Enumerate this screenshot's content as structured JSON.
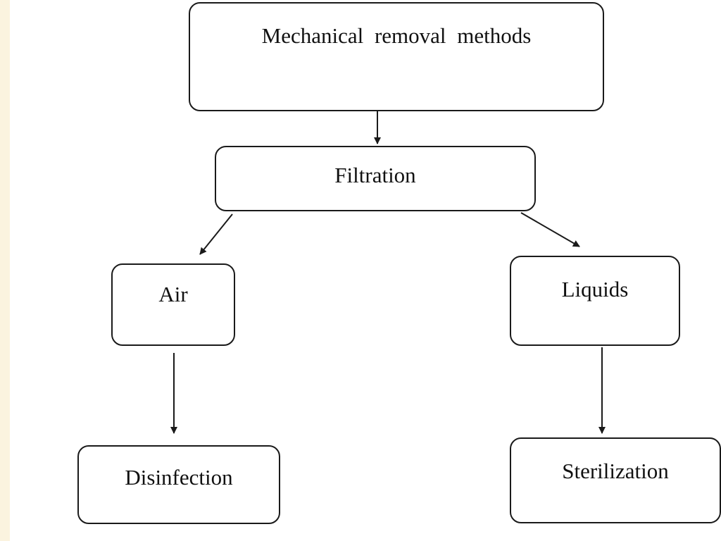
{
  "diagram": {
    "nodes": {
      "root": {
        "label": "Mechanical removal methods"
      },
      "filtration": {
        "label": "Filtration"
      },
      "air": {
        "label": "Air"
      },
      "liquids": {
        "label": "Liquids"
      },
      "disinfection": {
        "label": "Disinfection"
      },
      "sterilization": {
        "label": "Sterilization"
      }
    },
    "edges": [
      {
        "from": "root",
        "to": "filtration"
      },
      {
        "from": "filtration",
        "to": "air"
      },
      {
        "from": "filtration",
        "to": "liquids"
      },
      {
        "from": "air",
        "to": "disinfection"
      },
      {
        "from": "liquids",
        "to": "sterilization"
      }
    ],
    "colors": {
      "background": "#fbf3df",
      "panel": "#ffffff",
      "stroke": "#1a1a1a",
      "text": "#111111"
    }
  }
}
